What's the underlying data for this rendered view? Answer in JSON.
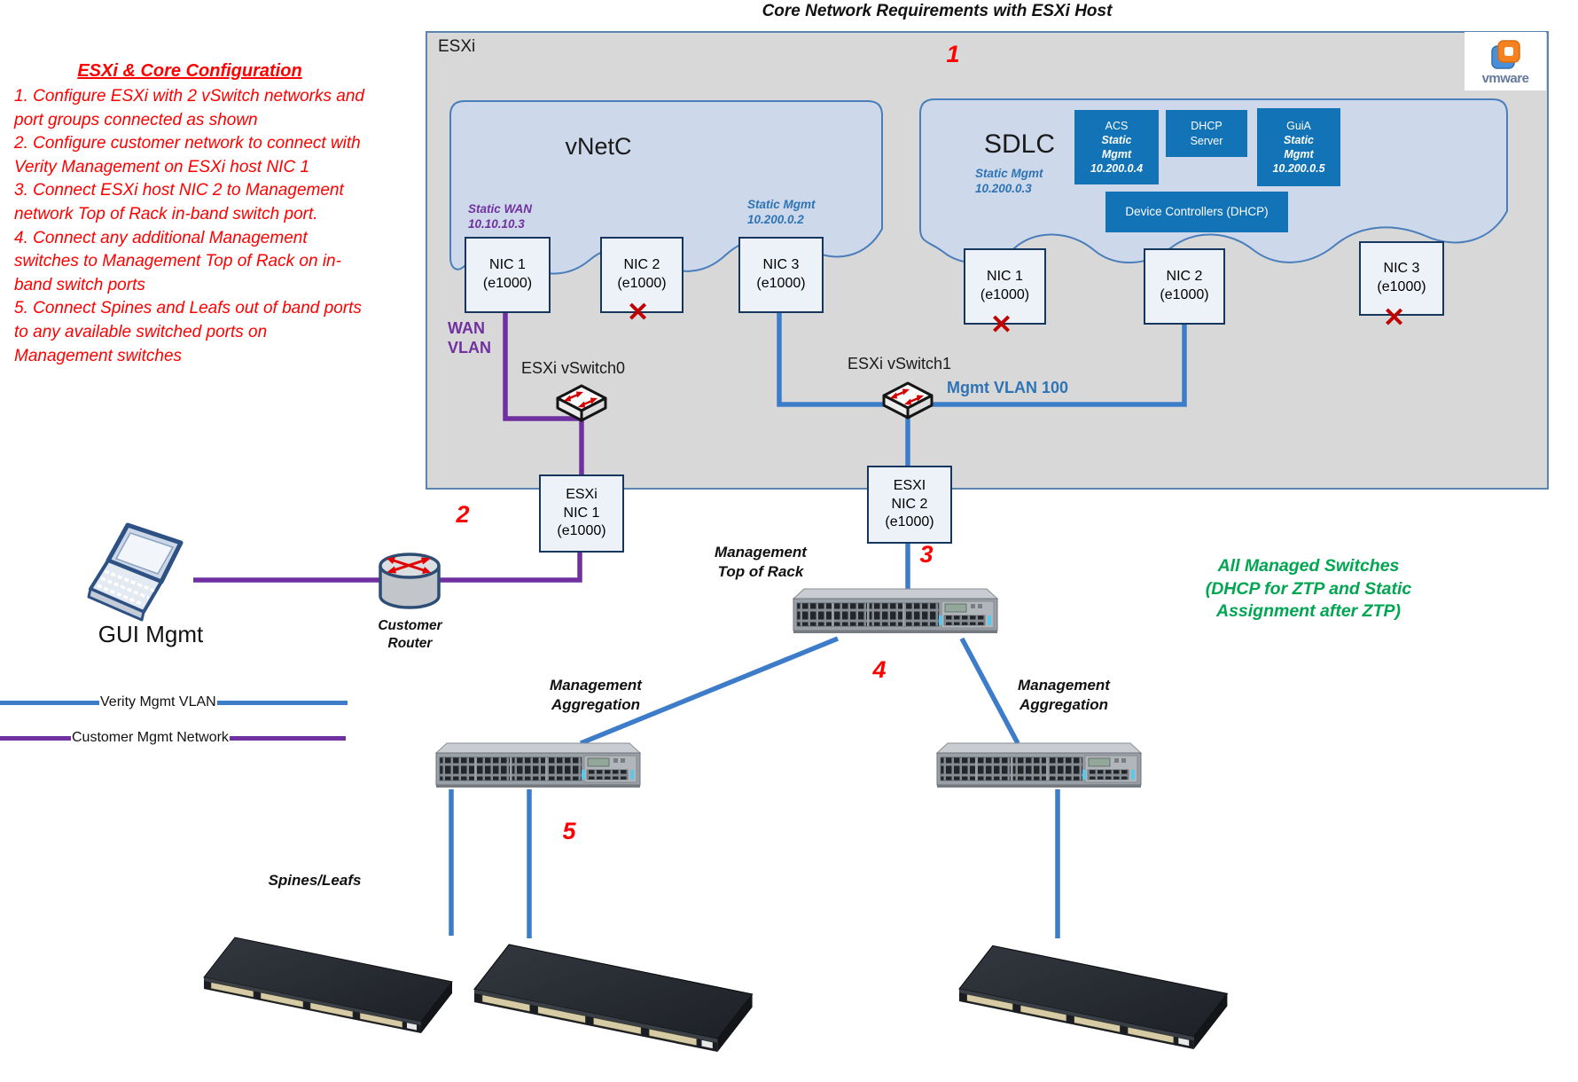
{
  "title": "Core Network Requirements with ESXi Host",
  "colors": {
    "red_text": "#FF0000",
    "purple_line": "#7030A0",
    "blue_line": "#3D7CC9",
    "label_blue": "#2E74B5",
    "green_note": "#00A651",
    "service_box_blue": "#1273B7",
    "x_mark_red": "#C00000"
  },
  "instructions": {
    "heading": "ESXi & Core Configuration",
    "items": [
      "1. Configure ESXi with 2 vSwitch networks and port groups connected as shown",
      "2.  Configure customer network to connect with Verity Management on ESXi host NIC 1",
      "3. Connect ESXi host NIC 2 to Management network Top of Rack in-band switch port.",
      "4. Connect any additional Management switches to Management Top of Rack on in-band switch ports",
      "5. Connect Spines and Leafs out of band ports to any available switched ports on Management switches"
    ]
  },
  "esxi": {
    "label": "ESXi",
    "marker": "1",
    "vmware_logo": "vmware",
    "vnetc": {
      "label": "vNetC",
      "static_wan": [
        "Static WAN",
        "10.10.10.3"
      ],
      "static_mgmt": [
        "Static Mgmt",
        "10.200.0.2"
      ],
      "nic1": [
        "NIC 1",
        "(e1000)"
      ],
      "nic2": [
        "NIC 2",
        "(e1000)"
      ],
      "nic3": [
        "NIC 3",
        "(e1000)"
      ]
    },
    "sdlc": {
      "label": "SDLC",
      "static_mgmt": [
        "Static Mgmt",
        "10.200.0.3"
      ],
      "acs": [
        "ACS",
        "Static",
        "Mgmt",
        "10.200.0.4"
      ],
      "dhcp_server": [
        "DHCP",
        "Server"
      ],
      "guia": [
        "GuiA",
        "Static",
        "Mgmt",
        "10.200.0.5"
      ],
      "device_controllers": "Device Controllers (DHCP)",
      "nic1": [
        "NIC 1",
        "(e1000)"
      ],
      "nic2": [
        "NIC 2",
        "(e1000)"
      ],
      "nic3": [
        "NIC 3",
        "(e1000)"
      ]
    },
    "wan_vlan": [
      "WAN",
      "VLAN"
    ],
    "mgmt_vlan": "Mgmt VLAN 100",
    "vswitch0": "ESXi vSwitch0",
    "vswitch1": "ESXi vSwitch1"
  },
  "host_nics": {
    "nic1": [
      "ESXi",
      "NIC 1",
      "(e1000)"
    ],
    "nic2": [
      "ESXI",
      "NIC 2",
      "(e1000)"
    ]
  },
  "markers": {
    "m2": "2",
    "m3": "3",
    "m4": "4",
    "m5": "5"
  },
  "devices": {
    "gui_mgmt": "GUI Mgmt",
    "customer_router": [
      "Customer",
      "Router"
    ],
    "top_of_rack": [
      "Management",
      "Top of Rack"
    ],
    "aggregation_left": [
      "Management",
      "Aggregation"
    ],
    "aggregation_right": [
      "Management",
      "Aggregation"
    ],
    "spines_leafs": "Spines/Leafs"
  },
  "legend": {
    "verity": "Verity Mgmt VLAN",
    "customer": "Customer Mgmt Network"
  },
  "note": [
    "All Managed Switches",
    "(DHCP for ZTP and Static",
    "Assignment after ZTP)"
  ],
  "x_mark": "✕"
}
